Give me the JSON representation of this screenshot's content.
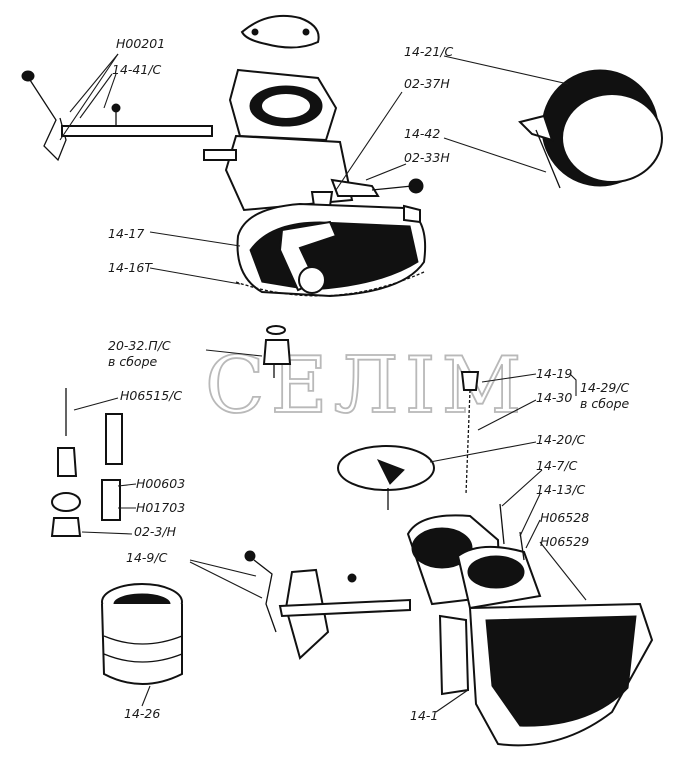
{
  "watermark": "СЕЛІМ",
  "callouts": [
    {
      "id": "n00201",
      "text": "Н00201"
    },
    {
      "id": "p14_41c",
      "text": "14-41/С"
    },
    {
      "id": "p14_21c",
      "text": "14-21/С"
    },
    {
      "id": "p02_37n",
      "text": "02-37Н"
    },
    {
      "id": "p14_42",
      "text": "14-42"
    },
    {
      "id": "p02_33n",
      "text": "02-33Н"
    },
    {
      "id": "p14_17",
      "text": "14-17"
    },
    {
      "id": "p14_16t",
      "text": "14-16Т"
    },
    {
      "id": "p20_32",
      "text": "20-32.П/С"
    },
    {
      "id": "p20_32_sub",
      "text": "в сборе"
    },
    {
      "id": "n06515c",
      "text": "Н06515/С"
    },
    {
      "id": "p14_19",
      "text": "14-19"
    },
    {
      "id": "p14_29c",
      "text": "14-29/С"
    },
    {
      "id": "p14_29c_sub",
      "text": "в сборе"
    },
    {
      "id": "p14_30",
      "text": "14-30"
    },
    {
      "id": "p14_20c",
      "text": "14-20/С"
    },
    {
      "id": "n00603",
      "text": "Н00603"
    },
    {
      "id": "n01703",
      "text": "Н01703"
    },
    {
      "id": "p02_3n",
      "text": "02-3/Н"
    },
    {
      "id": "p14_7c",
      "text": "14-7/С"
    },
    {
      "id": "p14_13c",
      "text": "14-13/С"
    },
    {
      "id": "n06528",
      "text": "Н06528"
    },
    {
      "id": "n06529",
      "text": "Н06529"
    },
    {
      "id": "p14_9c",
      "text": "14-9/С"
    },
    {
      "id": "p14_26",
      "text": "14-26"
    },
    {
      "id": "p14_1",
      "text": "14-1"
    }
  ]
}
